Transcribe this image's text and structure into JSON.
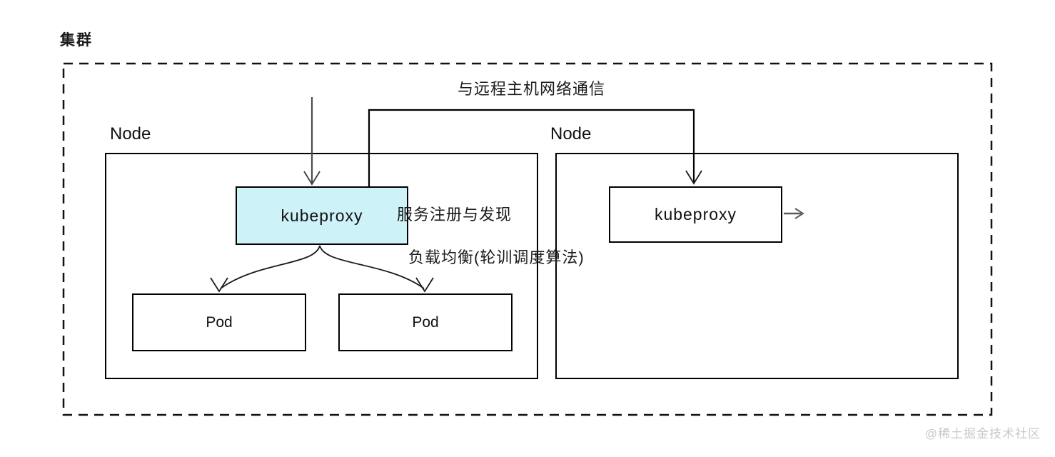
{
  "cluster": {
    "label": "集群"
  },
  "annotations": {
    "remote_comm": "与远程主机网络通信",
    "service_discovery": "服务注册与发现",
    "load_balancing": "负载均衡(轮训调度算法)"
  },
  "nodes": {
    "left": {
      "label": "Node",
      "kubeproxy": "kubeproxy",
      "pods": [
        "Pod",
        "Pod"
      ]
    },
    "right": {
      "label": "Node",
      "kubeproxy": "kubeproxy"
    }
  },
  "watermark": "@稀土掘金技术社区",
  "colors": {
    "kubeproxy_highlight": "#cdf2f8",
    "line": "#000000",
    "arrow_gray": "#4d4d4d",
    "watermark": "#c9c9c9"
  }
}
